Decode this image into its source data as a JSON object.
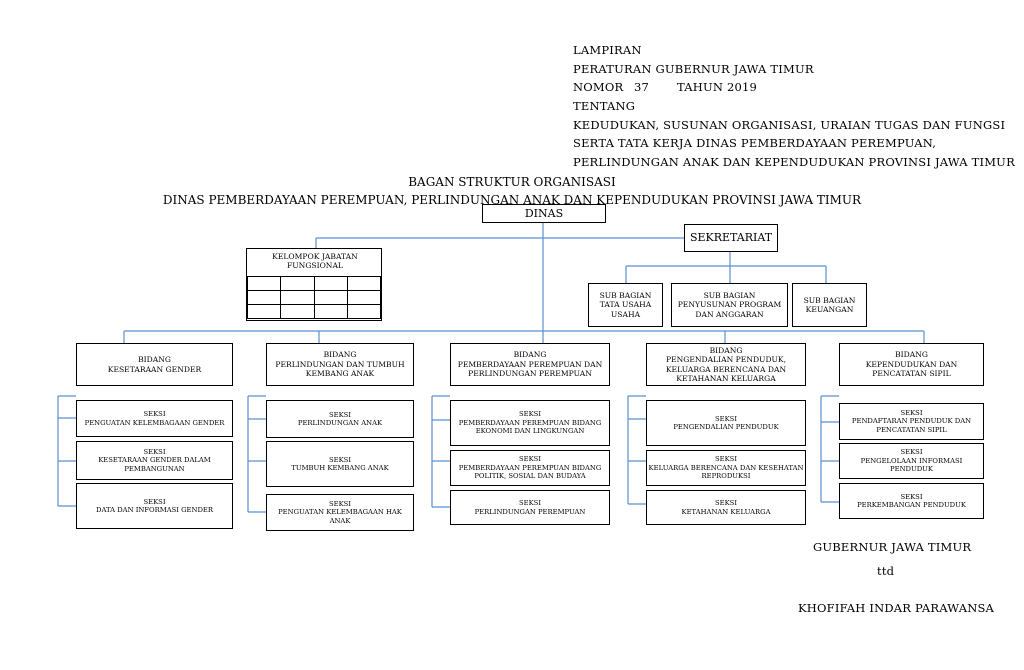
{
  "header": {
    "line1": "LAMPIRAN",
    "line2": "PERATURAN GUBERNUR JAWA TIMUR",
    "line3_nomor": "NOMOR",
    "line3_num": "37",
    "line3_tahun": "TAHUN 2019",
    "line4": "TENTANG",
    "line5": "KEDUDUKAN, SUSUNAN ORGANISASI, URAIAN TUGAS DAN FUNGSI",
    "line6": "SERTA TATA KERJA DINAS PEMBERDAYAAN PEREMPUAN,",
    "line7": "PERLINDUNGAN ANAK DAN KEPENDUDUKAN PROVINSI JAWA TIMUR"
  },
  "chart_title": {
    "line1": "BAGAN STRUKTUR ORGANISASI",
    "line2": "DINAS PEMBERDAYAAN PEREMPUAN, PERLINDUNGAN ANAK DAN KEPENDUDUKAN PROVINSI JAWA TIMUR"
  },
  "dinas": "DINAS",
  "sekretariat": "SEKRETARIAT",
  "kelompok": {
    "line1": "KELOMPOK JABATAN",
    "line2": "FUNGSIONAL"
  },
  "subbagian": [
    {
      "line1": "SUB BAGIAN",
      "line2": "TATA USAHA\nUSAHA"
    },
    {
      "line1": "SUB BAGIAN",
      "line2": "PENYUSUNAN PROGRAM\nDAN ANGGARAN"
    },
    {
      "line1": "SUB BAGIAN",
      "line2": "KEUANGAN"
    }
  ],
  "bidang": [
    {
      "line1": "BIDANG",
      "line2": "KESETARAAN GENDER",
      "seksi": [
        {
          "line1": "SEKSI",
          "line2": "PENGUATAN KELEMBAGAAN GENDER"
        },
        {
          "line1": "SEKSI",
          "line2": "KESETARAAN GENDER DALAM\nPEMBANGUNAN"
        },
        {
          "line1": "SEKSI",
          "line2": "DATA DAN INFORMASI GENDER"
        }
      ]
    },
    {
      "line1": "BIDANG",
      "line2": "PERLINDUNGAN DAN TUMBUH\nKEMBANG ANAK",
      "seksi": [
        {
          "line1": "SEKSI",
          "line2": "PERLINDUNGAN ANAK"
        },
        {
          "line1": "SEKSI",
          "line2": "TUMBUH KEMBANG ANAK"
        },
        {
          "line1": "SEKSI",
          "line2": "PENGUATAN KELEMBAGAAN HAK\nANAK"
        }
      ]
    },
    {
      "line1": "BIDANG",
      "line2": "PEMBERDAYAAN PEREMPUAN DAN\nPERLINDUNGAN PEREMPUAN",
      "seksi": [
        {
          "line1": "SEKSI",
          "line2": "PEMBERDAYAAN PEREMPUAN BIDANG\nEKONOMI DAN LINGKUNGAN"
        },
        {
          "line1": "SEKSI",
          "line2": "PEMBERDAYAAN PEREMPUAN BIDANG\nPOLITIK, SOSIAL DAN BUDAYA"
        },
        {
          "line1": "SEKSI",
          "line2": "PERLINDUNGAN PEREMPUAN"
        }
      ]
    },
    {
      "line1": "BIDANG",
      "line2": "PENGENDALIAN PENDUDUK,\nKELUARGA BERENCANA DAN\nKETAHANAN KELUARGA",
      "seksi": [
        {
          "line1": "SEKSI",
          "line2": "PENGENDALIAN PENDUDUK"
        },
        {
          "line1": "SEKSI",
          "line2": "KELUARGA BERENCANA DAN KESEHATAN\nREPRODUKSI"
        },
        {
          "line1": "SEKSI",
          "line2": "KETAHANAN KELUARGA"
        }
      ]
    },
    {
      "line1": "BIDANG",
      "line2": "KEPENDUDUKAN DAN\nPENCATATAN SIPIL",
      "seksi": [
        {
          "line1": "SEKSI",
          "line2": "PENDAFTARAN PENDUDUK DAN\nPENCATATAN SIPIL"
        },
        {
          "line1": "SEKSI",
          "line2": "PENGELOLAAN INFORMASI\nPENDUDUK"
        },
        {
          "line1": "SEKSI",
          "line2": "PERKEMBANGAN PENDUDUK"
        }
      ]
    }
  ],
  "signature": {
    "title": "GUBERNUR JAWA TIMUR",
    "ttd": "ttd",
    "name": "KHOFIFAH INDAR PARAWANSA"
  },
  "colors": {
    "connector": "#5b8fd1"
  }
}
